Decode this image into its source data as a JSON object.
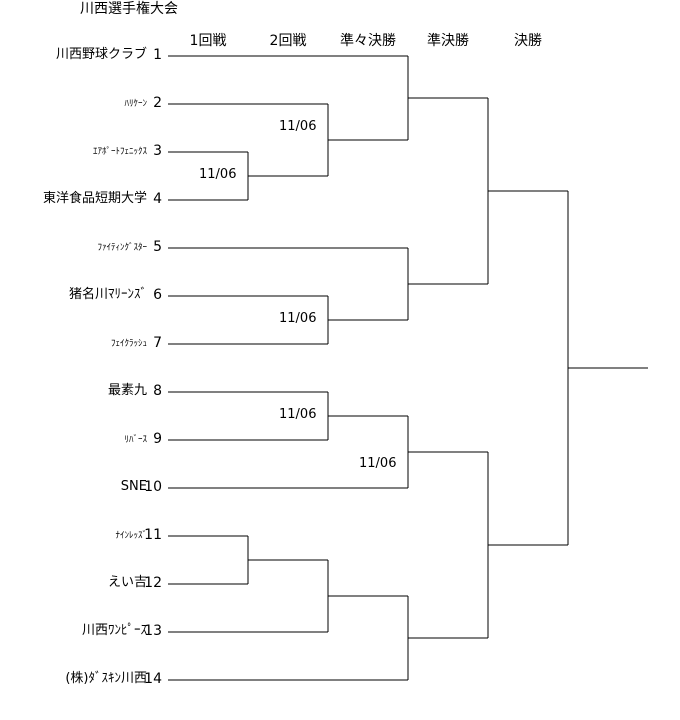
{
  "title": "川西選手権大会",
  "rounds": [
    "1回戦",
    "2回戦",
    "準々決勝",
    "準決勝",
    "決勝"
  ],
  "teams": [
    {
      "no": "1",
      "name": "川西野球クラブ",
      "small": false
    },
    {
      "no": "2",
      "name": "ﾊﾘｹｰﾝ",
      "small": true
    },
    {
      "no": "3",
      "name": "ｴｱﾎﾟｰﾄﾌｪﾆｯｸｽ",
      "small": true
    },
    {
      "no": "4",
      "name": "東洋食品短期大学",
      "small": false
    },
    {
      "no": "5",
      "name": "ﾌｧｲﾃｨﾝｸﾞｽﾀｰ",
      "small": true
    },
    {
      "no": "6",
      "name": "猪名川ﾏﾘｰﾝｽﾞ",
      "small": false
    },
    {
      "no": "7",
      "name": "ﾌｪｲｸﾗｯｼｭ",
      "small": true
    },
    {
      "no": "8",
      "name": "最素九",
      "small": false
    },
    {
      "no": "9",
      "name": "ﾘﾊﾞｰｽ",
      "small": true
    },
    {
      "no": "10",
      "name": "SNE",
      "small": false
    },
    {
      "no": "11",
      "name": "ﾅｲﾝﾚｯｽﾞ",
      "small": true
    },
    {
      "no": "12",
      "name": "えい吉",
      "small": false
    },
    {
      "no": "13",
      "name": "川西ﾜﾝﾋﾟｰｽ",
      "small": false
    },
    {
      "no": "14",
      "name": "(株)ﾀﾞｽｷﾝ川西",
      "small": false
    }
  ],
  "dates": [
    "11/06",
    "11/06",
    "11/06",
    "11/06",
    "11/06"
  ]
}
